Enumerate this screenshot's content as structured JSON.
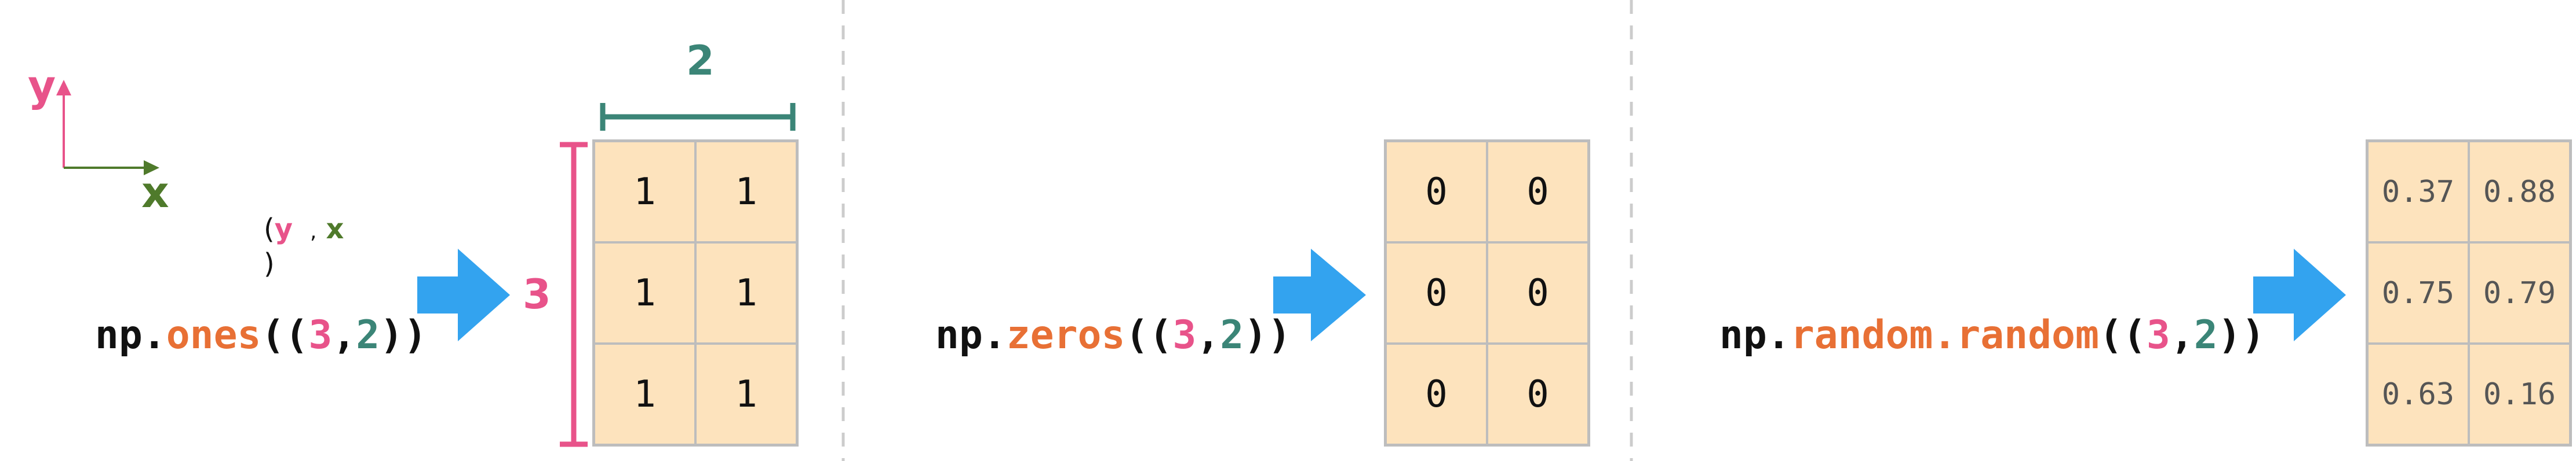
{
  "colors": {
    "pink": "#e8538a",
    "green": "#4f7a2b",
    "teal": "#3b8577",
    "orange": "#e87035",
    "arrow_blue": "#33a3ef",
    "cell_fill": "#fde3bd",
    "cell_border": "#bdbdbd",
    "divider": "#cccccc"
  },
  "axes": {
    "y_label": "y",
    "x_label": "x"
  },
  "shape_hint": {
    "open": "(",
    "y": "y",
    "comma": ",",
    "x": "x",
    "close": ")"
  },
  "ones": {
    "prefix": "np.",
    "func": "ones",
    "open": "((",
    "rows": "3",
    "comma": ",",
    "cols": "2",
    "close": "))",
    "width_label": "2",
    "height_label": "3",
    "cells": [
      "1",
      "1",
      "1",
      "1",
      "1",
      "1"
    ]
  },
  "zeros": {
    "prefix": "np.",
    "func": "zeros",
    "open": "((",
    "rows": "3",
    "comma": ",",
    "cols": "2",
    "close": "))",
    "cells": [
      "0",
      "0",
      "0",
      "0",
      "0",
      "0"
    ]
  },
  "random": {
    "prefix": "np.",
    "func": "random.random",
    "open": "((",
    "rows": "3",
    "comma": ",",
    "cols": "2",
    "close": "))",
    "cells": [
      "0.37",
      "0.88",
      "0.75",
      "0.79",
      "0.63",
      "0.16"
    ]
  }
}
